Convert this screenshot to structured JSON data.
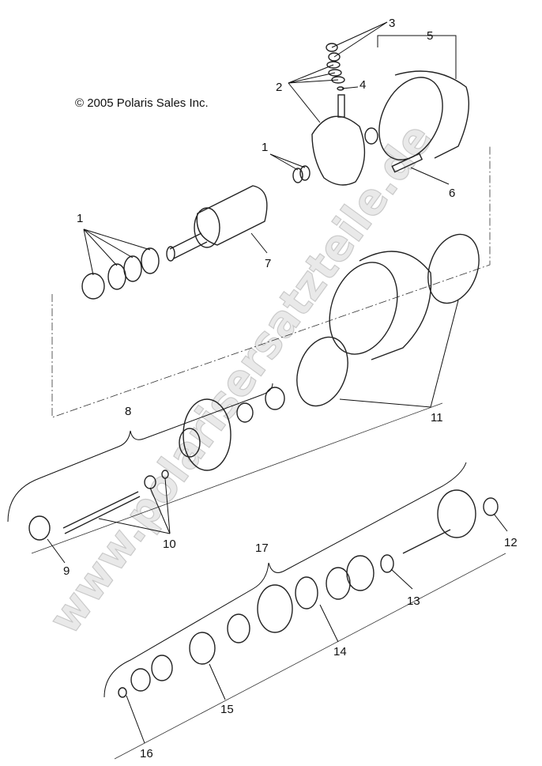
{
  "copyright": "© 2005 Polaris Sales Inc.",
  "watermark": "www.polarisersatzteile.de",
  "callouts": [
    "1",
    "1",
    "2",
    "3",
    "4",
    "5",
    "6",
    "7",
    "8",
    "9",
    "10",
    "11",
    "12",
    "13",
    "14",
    "15",
    "16",
    "17"
  ]
}
